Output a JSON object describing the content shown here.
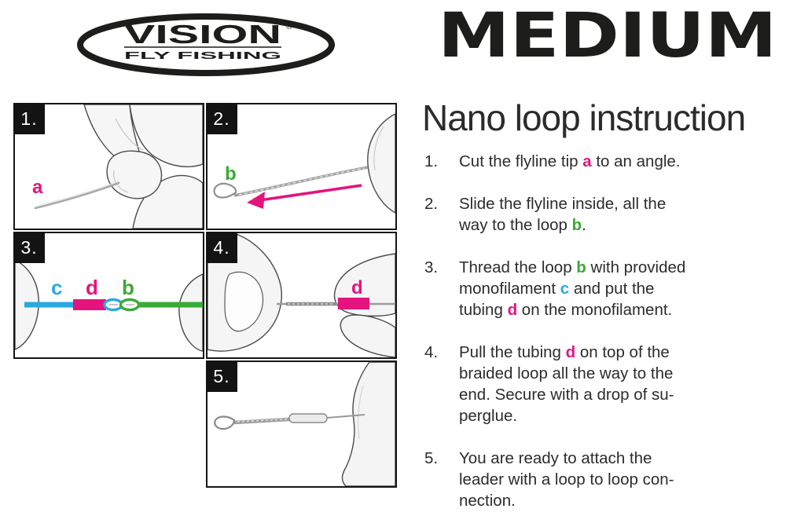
{
  "colors": {
    "pink": "#e5137d",
    "green": "#3aaa35",
    "blue": "#29a9e1",
    "ink": "#1d1d1b"
  },
  "brand": {
    "name": "VISION",
    "registered": "®",
    "tagline": "FLY FISHING"
  },
  "header": {
    "size_label": "MEDIUM",
    "title": "Nano loop instruction"
  },
  "panels": {
    "p1": {
      "badge": "1.",
      "label_a": "a"
    },
    "p2": {
      "badge": "2.",
      "label_b": "b"
    },
    "p3": {
      "badge": "3.",
      "label_c": "c",
      "label_d": "d",
      "label_b": "b"
    },
    "p4": {
      "badge": "4.",
      "label_d": "d"
    },
    "p5": {
      "badge": "5."
    }
  },
  "steps": [
    {
      "num": "1.",
      "lines": [
        [
          {
            "t": "Cut the flyline tip "
          },
          {
            "t": "a",
            "c": "pink"
          },
          {
            "t": " to an angle."
          }
        ]
      ]
    },
    {
      "num": "2.",
      "lines": [
        [
          {
            "t": "Slide the flyline inside, all the"
          }
        ],
        [
          {
            "t": "way to the loop "
          },
          {
            "t": "b",
            "c": "green"
          },
          {
            "t": "."
          }
        ]
      ]
    },
    {
      "num": "3.",
      "lines": [
        [
          {
            "t": "Thread the loop "
          },
          {
            "t": "b",
            "c": "green"
          },
          {
            "t": " with provided"
          }
        ],
        [
          {
            "t": "monofilament "
          },
          {
            "t": "c",
            "c": "blue"
          },
          {
            "t": " and put the"
          }
        ],
        [
          {
            "t": "tubing "
          },
          {
            "t": "d",
            "c": "pink"
          },
          {
            "t": " on the monofilament."
          }
        ]
      ]
    },
    {
      "num": "4.",
      "lines": [
        [
          {
            "t": "Pull the tubing "
          },
          {
            "t": "d",
            "c": "pink"
          },
          {
            "t": " on top of the"
          }
        ],
        [
          {
            "t": "braided loop all the way to the"
          }
        ],
        [
          {
            "t": "end. Secure with a drop of su-"
          }
        ],
        [
          {
            "t": "perglue."
          }
        ]
      ]
    },
    {
      "num": "5.",
      "lines": [
        [
          {
            "t": "You are ready to attach the"
          }
        ],
        [
          {
            "t": "leader with a loop to loop con-"
          }
        ],
        [
          {
            "t": "nection."
          }
        ]
      ]
    }
  ]
}
